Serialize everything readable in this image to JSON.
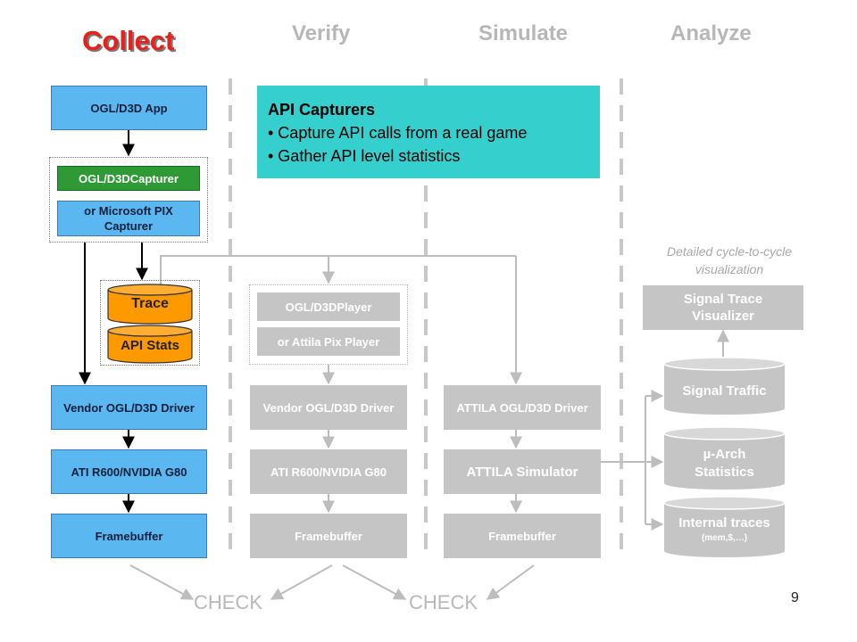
{
  "phases": {
    "collect": "Collect",
    "verify": "Verify",
    "simulate": "Simulate",
    "analyze": "Analyze"
  },
  "collect": {
    "app": "OGL/D3D App",
    "capturer": "OGL/D3DCapturer",
    "pix_capturer": "or Microsoft PIX Capturer",
    "trace": "Trace",
    "api_stats": "API Stats",
    "driver": "Vendor OGL/D3D Driver",
    "gpu": "ATI R600/NVIDIA G80",
    "framebuffer": "Framebuffer"
  },
  "verify": {
    "player": "OGL/D3DPlayer",
    "pix_player": "or Attila Pix Player",
    "driver": "Vendor OGL/D3D Driver",
    "gpu": "ATI R600/NVIDIA G80",
    "framebuffer": "Framebuffer"
  },
  "simulate": {
    "driver": "ATTILA OGL/D3D Driver",
    "simulator": "ATTILA Simulator",
    "framebuffer": "Framebuffer"
  },
  "analyze": {
    "note": "Detailed cycle-to-cycle visualization",
    "visualizer": "Signal Trace Visualizer",
    "signal_traffic": "Signal Traffic",
    "march_stats": "µ-Arch Statistics",
    "internal_traces": "Internal traces",
    "internal_traces_sub": "(mem,$,…)"
  },
  "callout": {
    "title": "API Capturers",
    "bullet1": "• Capture API calls from a real game",
    "bullet2": "• Gather API level statistics"
  },
  "checks": {
    "check1": "CHECK",
    "check2": "CHECK"
  },
  "page_number": "9",
  "colors": {
    "collect_box": "#5bb7f0",
    "capturer_box": "#2e9a36",
    "trace_cylinder": "#ff9900",
    "inactive_box": "#c5c5c5",
    "callout": "#35cfcd",
    "active_phase": "#e8211c",
    "inactive_phase": "#b7b7b7"
  }
}
